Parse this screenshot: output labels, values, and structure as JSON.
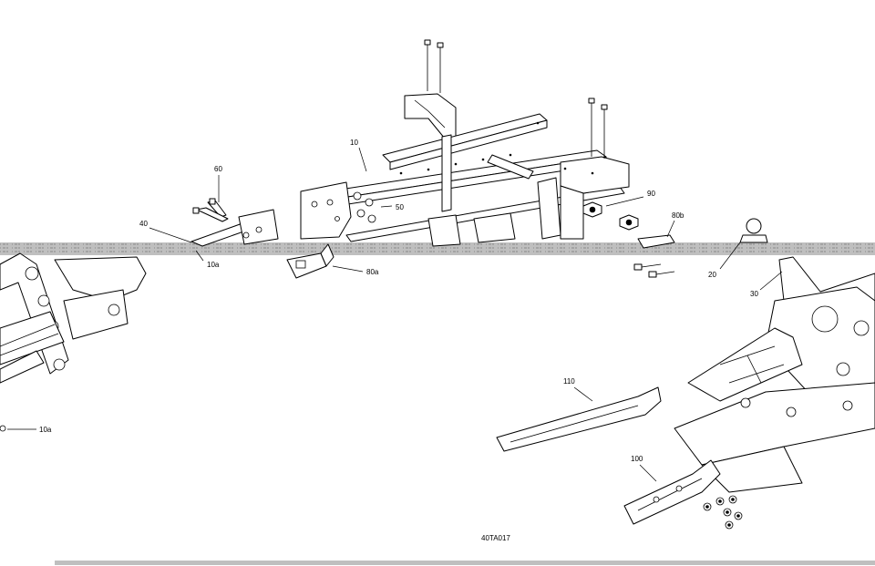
{
  "diagram_code": "40TA017",
  "callouts": {
    "c10": "10",
    "c10a_top": "10a",
    "c10a_left": "10a",
    "c20": "20",
    "c30": "30",
    "c40": "40",
    "c50": "50",
    "c60": "60",
    "c80a": "80a",
    "c80b": "80b",
    "c90": "90",
    "c100": "100",
    "c110": "110"
  },
  "colors": {
    "line": "#000000",
    "background": "#ffffff",
    "noise_band": "#8a8a8a"
  }
}
